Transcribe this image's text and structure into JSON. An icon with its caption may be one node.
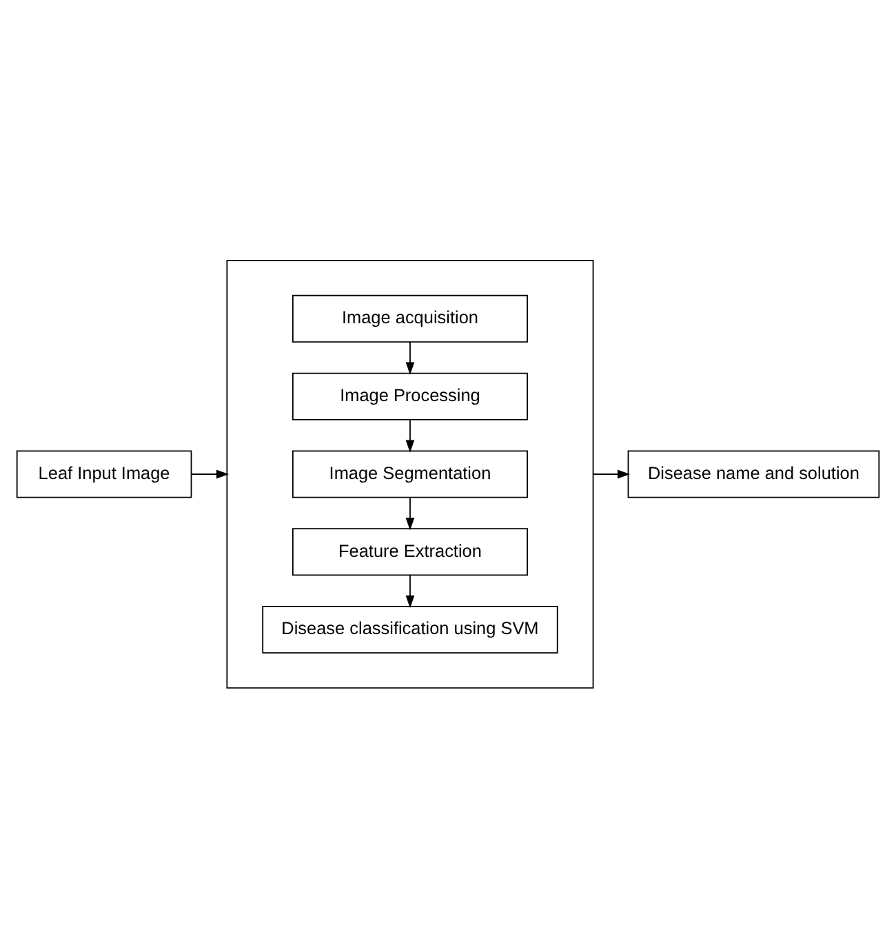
{
  "diagram": {
    "nodes": [
      {
        "text": [
          "Leaf Input Image"
        ]
      },
      {
        "text": [],
        "shape": "box"
      },
      {
        "text": [
          "Image acquisition"
        ],
        "in": 1
      },
      {
        "text": [
          "Image Processing"
        ],
        "in": 1
      },
      {
        "text": [
          "Image Segmentation"
        ],
        "in": 1
      },
      {
        "text": [
          "Feature Extraction"
        ],
        "in": 1
      },
      {
        "text": [
          "Disease classification using SVM"
        ],
        "in": 1
      },
      {
        "text": [
          "Disease name and solution"
        ]
      }
    ],
    "edges": [
      {
        "from": 0,
        "to": 1,
        "arrow": "to"
      },
      {
        "from": 2,
        "to": 3,
        "arrow": "to"
      },
      {
        "from": 3,
        "to": 4,
        "arrow": "to"
      },
      {
        "from": 4,
        "to": 5,
        "arrow": "to"
      },
      {
        "from": 5,
        "to": 6,
        "arrow": "to"
      },
      {
        "from": 1,
        "to": 7,
        "arrow": "to"
      }
    ]
  }
}
